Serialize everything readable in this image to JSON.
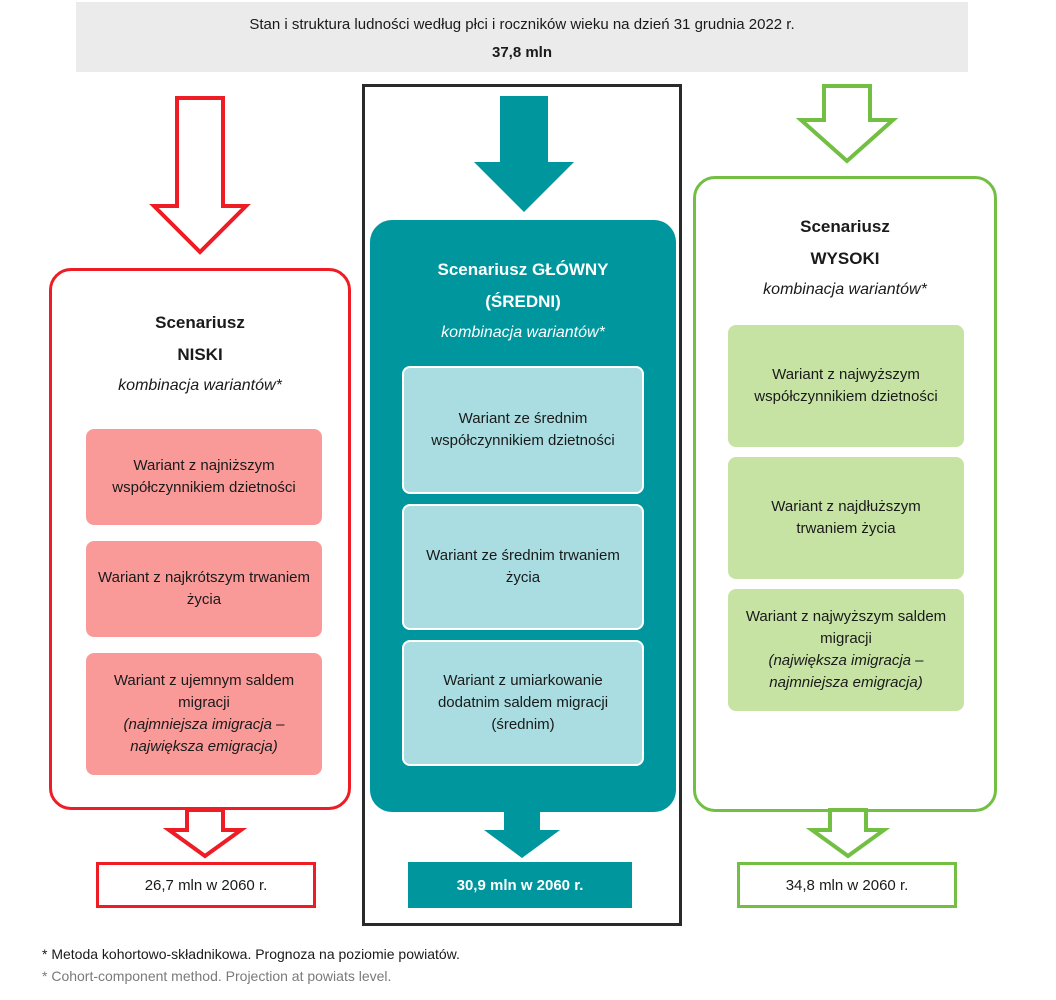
{
  "header": {
    "title": "Stan i struktura ludności według płci i roczników wieku na dzień 31 grudnia 2022 r.",
    "population": "37,8 mln"
  },
  "colors": {
    "low": "#ee1c25",
    "main": "#00969e",
    "high": "#72bf44",
    "low_fill": "#f99a99",
    "main_fill": "#a9dde1",
    "high_fill": "#c6e3a4"
  },
  "scenarios": {
    "low": {
      "title_line1": "Scenariusz",
      "title_line2": "NISKI",
      "subtitle": "kombinacja wariantów*",
      "variants": [
        {
          "text": "Wariant z najniższym współczynnikiem dzietności",
          "note": ""
        },
        {
          "text": "Wariant z najkrótszym trwaniem życia",
          "note": ""
        },
        {
          "text": "Wariant z ujemnym saldem migracji",
          "note": "(najmniejsza imigracja – największa emigracja)"
        }
      ],
      "result": "26,7 mln w 2060 r."
    },
    "main": {
      "title_line1": "Scenariusz GŁÓWNY",
      "title_line2": "(ŚREDNI)",
      "subtitle": "kombinacja wariantów*",
      "variants": [
        {
          "text": "Wariant ze średnim współczynnikiem dzietności",
          "note": ""
        },
        {
          "text": "Wariant ze średnim trwaniem życia",
          "note": ""
        },
        {
          "text": "Wariant z umiarkowanie dodatnim saldem migracji (średnim)",
          "note": ""
        }
      ],
      "result": "30,9 mln w 2060 r."
    },
    "high": {
      "title_line1": "Scenariusz",
      "title_line2": "WYSOKI",
      "subtitle": "kombinacja wariantów*",
      "variants": [
        {
          "text": "Wariant z najwyższym współczynnikiem dzietności",
          "note": ""
        },
        {
          "text": "Wariant z najdłuższym trwaniem życia",
          "note": ""
        },
        {
          "text": "Wariant z najwyższym saldem migracji",
          "note": "(największa imigracja – najmniejsza emigracja)"
        }
      ],
      "result": "34,8 mln w 2060 r."
    }
  },
  "footnotes": {
    "pl": "* Metoda kohortowo-składnikowa. Prognoza na poziomie powiatów.",
    "en": "* Cohort-component method. Projection at powiats level."
  }
}
